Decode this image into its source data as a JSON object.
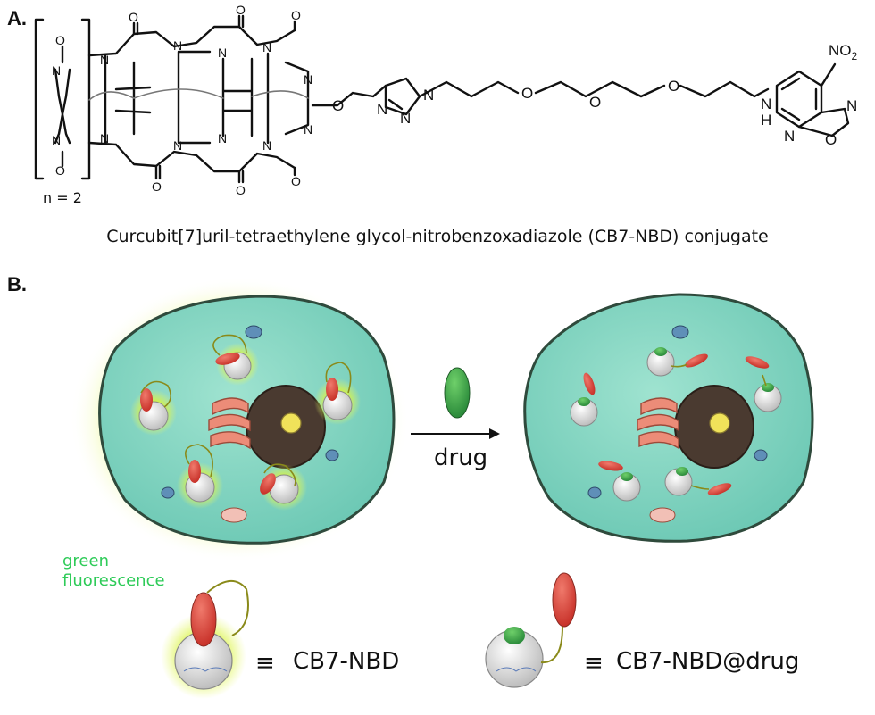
{
  "panel_a": {
    "label": "A.",
    "repeat_label": "n = 2",
    "atoms": {
      "carbonyl_o": "O",
      "ring_n": "N",
      "ether_o": "O",
      "amine": "H",
      "nitro": "NO",
      "nitro_sub": "2"
    },
    "caption": "Curcubit[7]uril-tetraethylene glycol-nitrobenzoxadiazole (CB7-NBD) conjugate"
  },
  "panel_b": {
    "label": "B.",
    "arrow_label": "drug",
    "fluorescence_label_line1": "green",
    "fluorescence_label_line2": "fluorescence",
    "legend_cb7_nbd": "CB7-NBD",
    "legend_cb7_nbd_drug": "CB7-NBD@drug",
    "equiv_symbol": "≡"
  },
  "colors": {
    "cell_fill": "#7fd3bf",
    "cell_outline": "#2f4a3c",
    "glow": "#d6f23a",
    "fluorophore_red": "#e0483d",
    "drug_green": "#3aa34a",
    "nucleus": "#4a3a30",
    "nucleolus": "#f0e25a",
    "er_pink": "#ec8c78",
    "vesicle_blue": "#5f8fb8",
    "label_green": "#2ecb58"
  }
}
